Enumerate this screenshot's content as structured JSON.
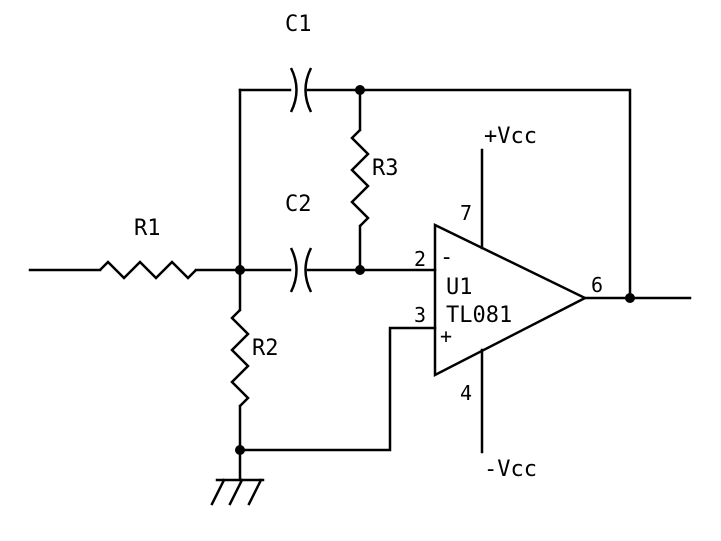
{
  "components": {
    "c1": {
      "label": "C1"
    },
    "c2": {
      "label": "C2"
    },
    "r1": {
      "label": "R1"
    },
    "r2": {
      "label": "R2"
    },
    "r3": {
      "label": "R3"
    },
    "u1": {
      "designator": "U1",
      "part": "TL081"
    }
  },
  "pins": {
    "inverting_number": "2",
    "noninverting_number": "3",
    "output_number": "6",
    "vplus_number": "7",
    "vminus_number": "4",
    "inverting_symbol": "-",
    "noninverting_symbol": "+"
  },
  "supplies": {
    "positive": "+Vcc",
    "negative": "-Vcc"
  },
  "colors": {
    "ink": "#000000",
    "background": "#ffffff"
  }
}
